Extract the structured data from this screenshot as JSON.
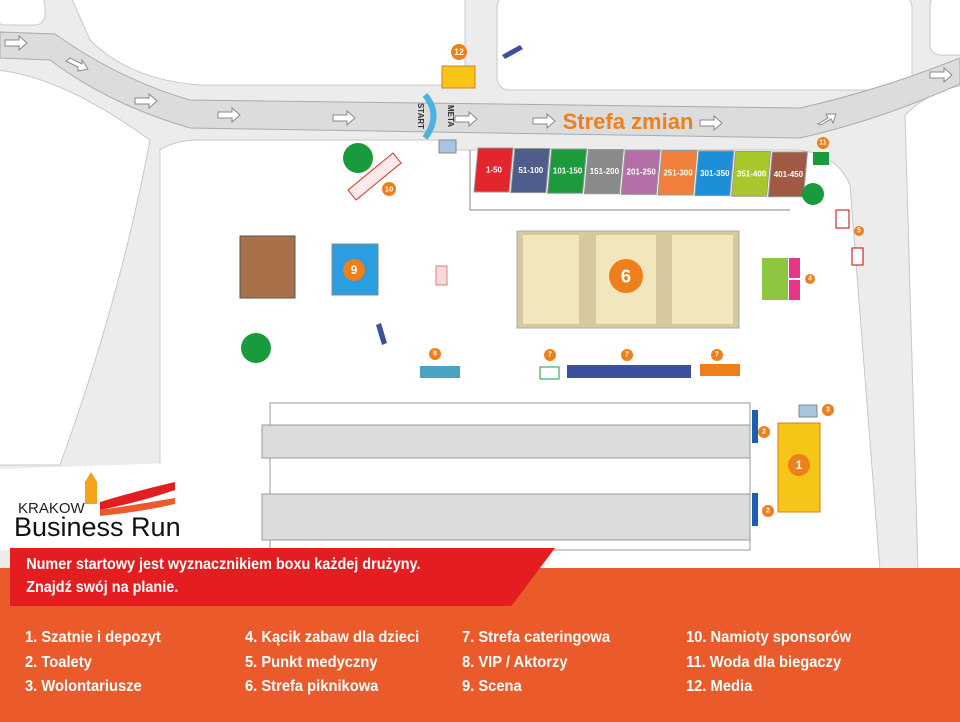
{
  "map": {
    "title": "Strefa zmian",
    "start_label": "START",
    "finish_label": "META",
    "boxes": [
      {
        "label": "1-50",
        "color": "#e3262d"
      },
      {
        "label": "51-100",
        "color": "#4f5d8c"
      },
      {
        "label": "101-150",
        "color": "#1c9a3c"
      },
      {
        "label": "151-200",
        "color": "#8a8a8a"
      },
      {
        "label": "201-250",
        "color": "#b36ea8"
      },
      {
        "label": "251-300",
        "color": "#ef7f3a"
      },
      {
        "label": "301-350",
        "color": "#1c8fd8"
      },
      {
        "label": "351-400",
        "color": "#a8c72b"
      },
      {
        "label": "401-450",
        "color": "#a05a44"
      }
    ],
    "markers": [
      "12",
      "10",
      "9",
      "6",
      "11",
      "5",
      "4",
      "8",
      "7",
      "7",
      "7",
      "3",
      "2",
      "2",
      "1"
    ]
  },
  "logo": {
    "small": "KRAKOW",
    "main": "Business Run"
  },
  "banner": {
    "line1": "Numer startowy jest wyznacznikiem boxu każdej drużyny.",
    "line2": "Znajdź swój na planie."
  },
  "legend": [
    [
      "1. Szatnie i depozyt",
      "2. Toalety",
      "3. Wolontariusze"
    ],
    [
      "4. Kącik zabaw dla dzieci",
      "5. Punkt medyczny",
      "6. Strefa piknikowa"
    ],
    [
      "7. Strefa cateringowa",
      "8. VIP / Aktorzy",
      "9. Scena"
    ],
    [
      "10. Namioty sponsorów",
      "11. Woda dla biegaczy",
      "12. Media"
    ]
  ],
  "colors": {
    "accent": "#ea5a2a",
    "banner": "#e41e20",
    "marker": "#ef7f1a",
    "road": "#dcdcdc"
  }
}
